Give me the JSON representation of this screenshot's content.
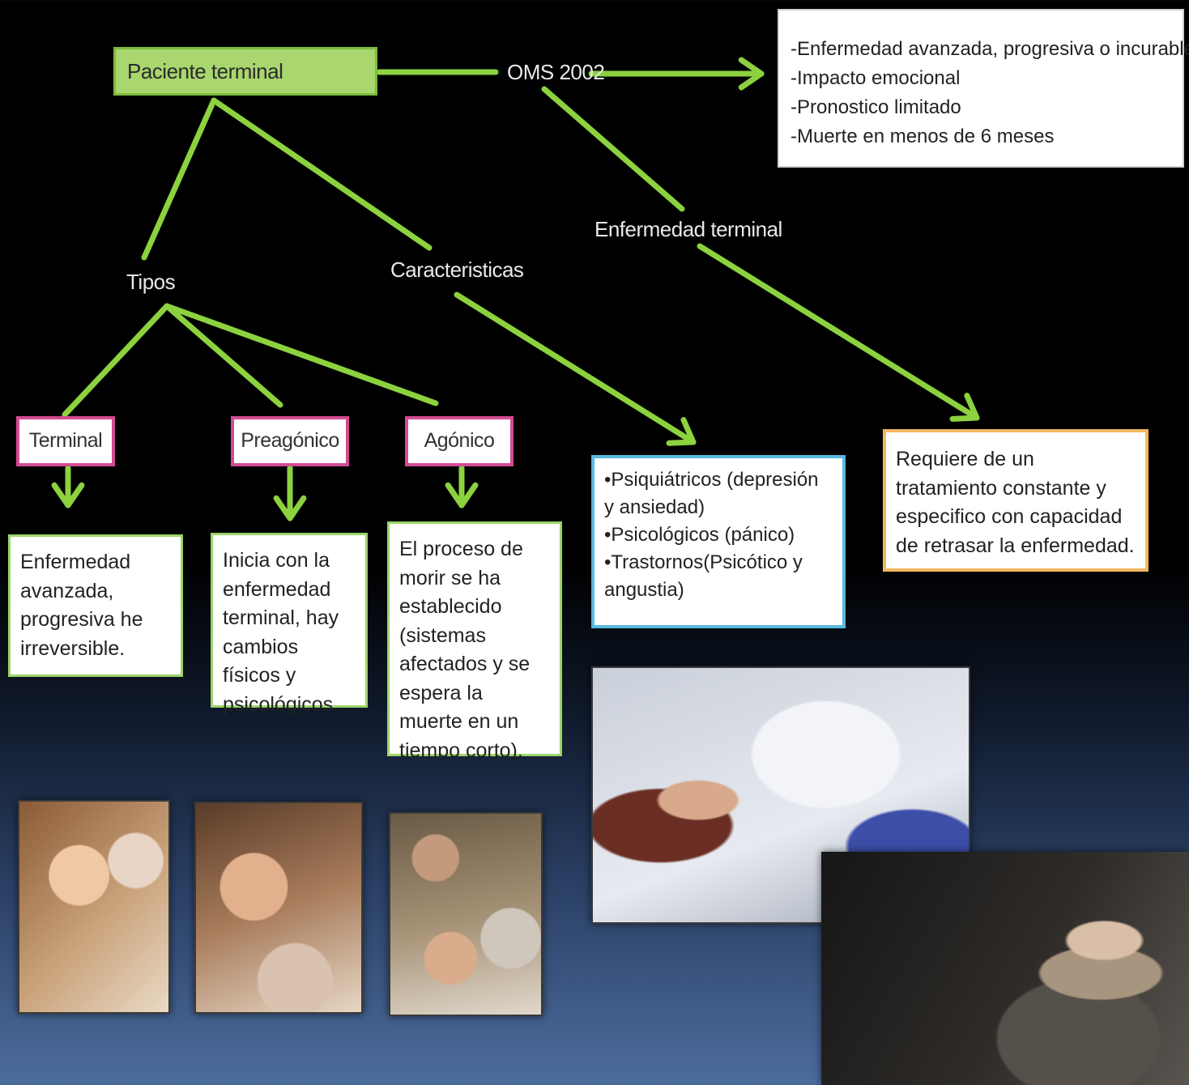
{
  "colors": {
    "connector": "#8cd23f",
    "root_fill": "#a9d66e",
    "type_border": "#d34b93",
    "desc_border": "#9dd46a",
    "psych_border": "#56b9df",
    "treat_border": "#f2b861"
  },
  "root": {
    "label": "Paciente terminal"
  },
  "oms": {
    "label": "OMS 2002",
    "items": [
      "-Enfermedad avanzada, progresiva o incurable",
      "-Impacto emocional",
      "-Pronostico limitado",
      "-Muerte en menos de 6 meses"
    ]
  },
  "enfermedad_terminal": {
    "label": "Enfermedad terminal",
    "text": "Requiere de un tratamiento constante y especifico con capacidad de retrasar la enfermedad."
  },
  "tipos": {
    "label": "Tipos",
    "types": [
      {
        "name": "Terminal",
        "desc": "Enfermedad avanzada, progresiva he irreversible."
      },
      {
        "name": "Preagónico",
        "desc": "Inicia con la enfermedad terminal, hay cambios físicos y psicológicos."
      },
      {
        "name": "Agónico",
        "desc": "El proceso de morir se ha establecido (sistemas afectados y se espera la muerte en un tiempo corto)."
      }
    ]
  },
  "caracteristicas": {
    "label": "Caracteristicas",
    "items": [
      "•Psiquiátricos (depresión y ansiedad)",
      "•Psicológicos (pánico)",
      "•Trastornos(Psicótico y angustia)"
    ]
  }
}
